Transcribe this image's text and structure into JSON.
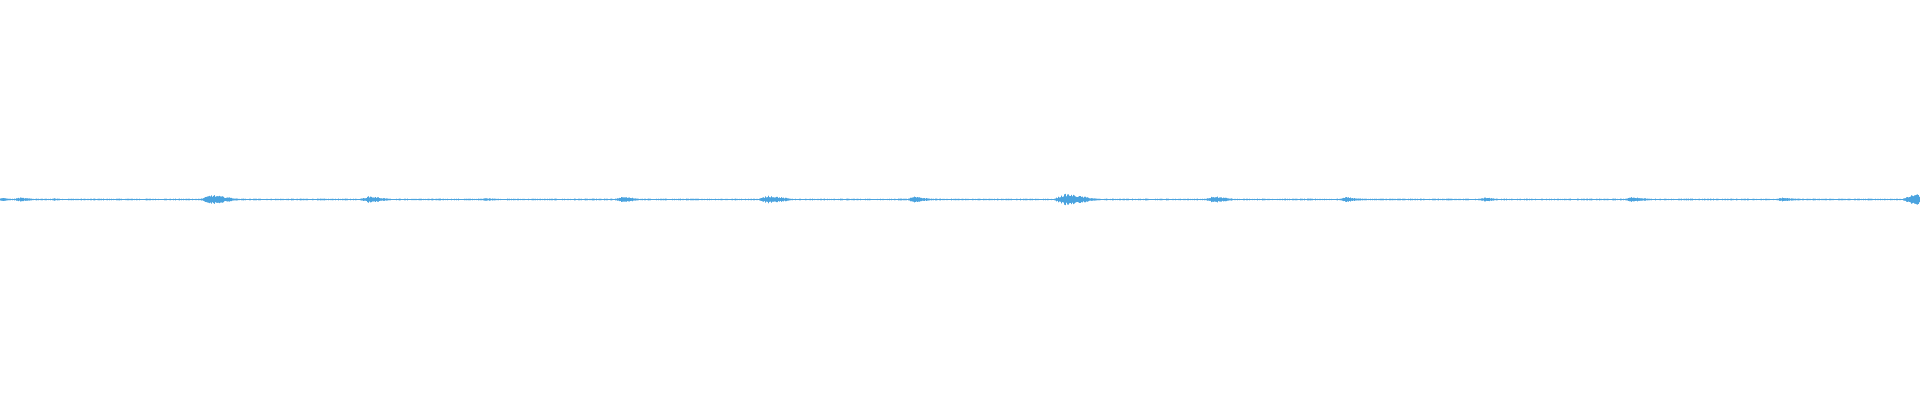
{
  "waveform": {
    "color": "#4aa3df",
    "background": "#ffffff",
    "bursts": [
      {
        "position": 0.01,
        "amplitude": 0.3
      },
      {
        "position": 0.028,
        "amplitude": 0.18
      },
      {
        "position": 0.11,
        "amplitude": 0.7
      },
      {
        "position": 0.192,
        "amplitude": 0.5
      },
      {
        "position": 0.253,
        "amplitude": 0.22
      },
      {
        "position": 0.324,
        "amplitude": 0.42
      },
      {
        "position": 0.4,
        "amplitude": 0.6
      },
      {
        "position": 0.476,
        "amplitude": 0.42
      },
      {
        "position": 0.555,
        "amplitude": 0.85
      },
      {
        "position": 0.632,
        "amplitude": 0.48
      },
      {
        "position": 0.701,
        "amplitude": 0.36
      },
      {
        "position": 0.773,
        "amplitude": 0.3
      },
      {
        "position": 0.85,
        "amplitude": 0.4
      },
      {
        "position": 0.928,
        "amplitude": 0.3
      },
      {
        "position": 0.997,
        "amplitude": 0.8
      }
    ]
  }
}
